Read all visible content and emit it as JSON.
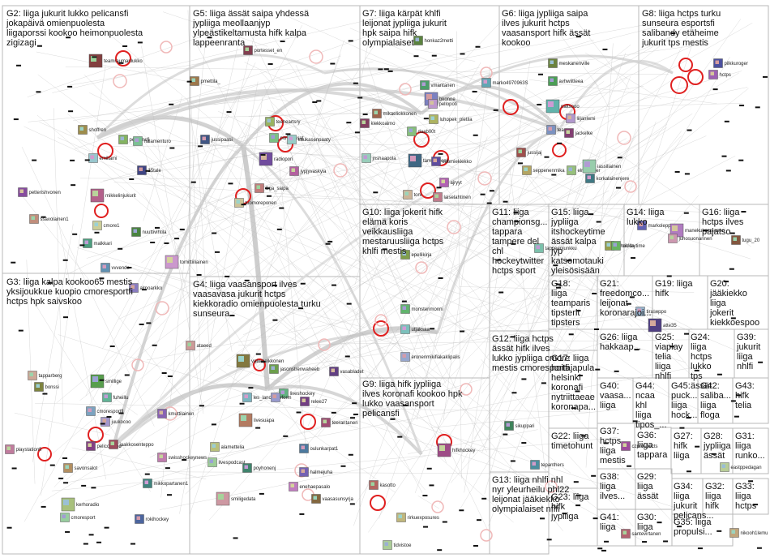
{
  "graph": {
    "title": "",
    "groups": [
      {
        "id": "G2",
        "label": "G2: liiga jukurit lukko pelicansfi jokapäivä omienpuolesta liigaporssi kookoo heimonpuolesta zigizagi"
      },
      {
        "id": "G5",
        "label": "G5: liiga ässät saipa yhdessä jypliiga meollaanjyp ylpeästikeltamusta hifk kalpa lappeenranta"
      },
      {
        "id": "G7",
        "label": "G7: liiga kärpät khlfi leijonat jypliiga jukurit hpk saipa hifk olympialaiset"
      },
      {
        "id": "G6",
        "label": "G6: liiga jypliiga saipa ilves jukurit hctps vaasansport hifk ässät kookoo"
      },
      {
        "id": "G8",
        "label": "G8: liiga hctps turku sunseura esportsfi salibandy etäheime jukurit tps mestis"
      },
      {
        "id": "G3",
        "label": "G3: liiga kalpa kookoo65 mestis yksijoukkue kuopio cmoresportfi hctps hpk saivskoo"
      },
      {
        "id": "G4",
        "label": "G4: liiga vaasansport ilves vaasavasa jukurit hctps kiekkoradio omienpuolesta turku sunseura"
      },
      {
        "id": "G10",
        "label": "G10: liiga jokerit hifk elämä koris veikkausliiga mestaruusliiga hctps khlfi mestis"
      },
      {
        "id": "G11",
        "label": "G11: liiga championsg... tappara tampere del chl hockeytwitter hctps sport"
      },
      {
        "id": "G15",
        "label": "G15: liiga jypliiga itshockeytime ässät kalpa jyp katsomotauki yleisösisään"
      },
      {
        "id": "G14",
        "label": "G14: liiga lukko"
      },
      {
        "id": "G16",
        "label": "G16: liiga hctps ilves pajatso"
      },
      {
        "id": "G18",
        "label": "G18: liiga teamparis tipsterit tipsters"
      },
      {
        "id": "G21",
        "label": "G21: freedomco... leijonat koronarajoi..."
      },
      {
        "id": "G19",
        "label": "G19: liiga hifk"
      },
      {
        "id": "G20",
        "label": "G20: jääkiekko liiga jokerit kiekkoespoo"
      },
      {
        "id": "G12",
        "label": "G12: liiga hctps ässät hifk ilves lukko jypliiga cmore mestis cmoresportfi"
      },
      {
        "id": "G26",
        "label": "G26: liiga hakkaap..."
      },
      {
        "id": "G25",
        "label": "G25: viaplay telia liiga nhlfi"
      },
      {
        "id": "G24",
        "label": "G24: liiga hctps lukko tps ässät"
      },
      {
        "id": "G39",
        "label": "G39: jukurit liiga nhlfi"
      },
      {
        "id": "G17",
        "label": "G17: liiga hoitajapula helsinki koronafi nytriittaeae koronapa..."
      },
      {
        "id": "G40",
        "label": "G40: vaasa... liiga"
      },
      {
        "id": "G44",
        "label": "G44: ncaa khl liiga tipos_..."
      },
      {
        "id": "G45",
        "label": "G45: puck... liiga hock..."
      },
      {
        "id": "G42",
        "label": "G42: saliba... liiga floga"
      },
      {
        "id": "G43",
        "label": "G43: hifk telia"
      },
      {
        "id": "G9",
        "label": "G9: liiga hifk jypliiga ilves koronafi kookoo hpk lukko vaasansport pelicansfi"
      },
      {
        "id": "G37",
        "label": "G37: hctps liiga mestis"
      },
      {
        "id": "G36",
        "label": "G36: liiga tappara"
      },
      {
        "id": "G27",
        "label": "G27: hifk liiga"
      },
      {
        "id": "G28",
        "label": "G28: jypliiga ässät"
      },
      {
        "id": "G31",
        "label": "G31: liiga runko..."
      },
      {
        "id": "G22",
        "label": "G22: liiga timetohunt"
      },
      {
        "id": "G13",
        "label": "G13: liiga nhlfi nhl nyr yleurheilu phl22 leijonat jääkiekko olympialaiset nflfi"
      },
      {
        "id": "G38",
        "label": "G38: liiga ilves..."
      },
      {
        "id": "G29",
        "label": "G29: liiga ässät"
      },
      {
        "id": "G34",
        "label": "G34: liiga jukurit pelicans..."
      },
      {
        "id": "G32",
        "label": "G32: liiga hifk"
      },
      {
        "id": "G33",
        "label": "G33: liiga hctps"
      },
      {
        "id": "G23",
        "label": "G23: liiga hifk jypliiga"
      },
      {
        "id": "G41",
        "label": "G41: liiga"
      },
      {
        "id": "G30",
        "label": "G30: liiga"
      },
      {
        "id": "G35",
        "label": "G35: liiga propulsi..."
      }
    ],
    "nodes": [
      {
        "label": "teamraumanlukko"
      },
      {
        "label": "shoffren"
      },
      {
        "label": "pelicansfi"
      },
      {
        "label": "halamenturo"
      },
      {
        "label": "emillami"
      },
      {
        "label": "15tale"
      },
      {
        "label": "petterishvonen"
      },
      {
        "label": "mikkelinjukurit"
      },
      {
        "label": "ssavolainen1"
      },
      {
        "label": "cmore1"
      },
      {
        "label": "nuuttivihtila"
      },
      {
        "label": "malkkari"
      },
      {
        "label": "vvvende"
      },
      {
        "label": "almoarkko"
      },
      {
        "label": "tomittiiliainen"
      },
      {
        "label": "portesset_en"
      },
      {
        "label": "pmettila_"
      },
      {
        "label": "teeheartsry"
      },
      {
        "label": "poriinassat"
      },
      {
        "label": "kaukasenpaaty"
      },
      {
        "label": "jussipaasi"
      },
      {
        "label": "radiopori"
      },
      {
        "label": "jypjyvaskyla"
      },
      {
        "label": "liiga_saipa"
      },
      {
        "label": "tuomoreponen"
      },
      {
        "label": "honkaz2metti"
      },
      {
        "label": "vmantanen"
      },
      {
        "label": "marko4970963S"
      },
      {
        "label": "bkonne"
      },
      {
        "label": "pellopoti"
      },
      {
        "label": "kiekkoaimo"
      },
      {
        "label": "mikaeliokkonen"
      },
      {
        "label": "luhopek_pietila"
      },
      {
        "label": "daab00t"
      },
      {
        "label": "jnshaapola"
      },
      {
        "label": "tampereenk"
      },
      {
        "label": "suomiekiekko"
      },
      {
        "label": "ajryyt"
      },
      {
        "label": "laiselahtinen"
      },
      {
        "label": "toni"
      },
      {
        "label": "meskanenville"
      },
      {
        "label": "avhwiitteea"
      },
      {
        "label": "naltsooo"
      },
      {
        "label": "teamu"
      },
      {
        "label": "liijanlemi"
      },
      {
        "label": "jackelke"
      },
      {
        "label": "jussijaj"
      },
      {
        "label": "seppenenmika"
      },
      {
        "label": "elmanezer"
      },
      {
        "label": "iassiliainen"
      },
      {
        "label": "korkalainenjere"
      },
      {
        "label": "pilkkuroger"
      },
      {
        "label": "hctps"
      },
      {
        "label": "playstationfi"
      },
      {
        "label": "tapparberg"
      },
      {
        "label": "bonssi"
      },
      {
        "label": "smillige"
      },
      {
        "label": "fuheillu"
      },
      {
        "label": "cmoresportfi"
      },
      {
        "label": "juukocoo"
      },
      {
        "label": "pelicokamo"
      },
      {
        "label": "jaakkosenteppo"
      },
      {
        "label": "savonsalot"
      },
      {
        "label": "kerhoradio"
      },
      {
        "label": "cmoresport"
      },
      {
        "label": "mikkopartanen1"
      },
      {
        "label": "rokihockey"
      },
      {
        "label": "kmuttilainen"
      },
      {
        "label": "swisshockeynews"
      },
      {
        "label": "ataeed"
      },
      {
        "label": "vatumelkkonen"
      },
      {
        "label": "jasonstrenwaheeb"
      },
      {
        "label": "liveshockey"
      },
      {
        "label": "les_lancaster"
      },
      {
        "label": "form"
      },
      {
        "label": "relee27"
      },
      {
        "label": "teerantanen"
      },
      {
        "label": "livesuapa"
      },
      {
        "label": "alamettelia"
      },
      {
        "label": "livespodcast"
      },
      {
        "label": "poyhonenj"
      },
      {
        "label": "oulunkarpat1"
      },
      {
        "label": "halmejuha"
      },
      {
        "label": "enehaepasalo"
      },
      {
        "label": "smiligedata"
      },
      {
        "label": "vaasasunsyrja"
      },
      {
        "label": "epellikirja"
      },
      {
        "label": "monsterimonni"
      },
      {
        "label": "utjaksaa"
      },
      {
        "label": "eronenmikifiakaklipalis"
      },
      {
        "label": "vasabladet"
      },
      {
        "label": "hifkhockey"
      },
      {
        "label": "kasotto"
      },
      {
        "label": "rirkuexposures"
      },
      {
        "label": "tidvistoe"
      },
      {
        "label": "sikuppari"
      },
      {
        "label": "tepanthers"
      },
      {
        "label": "markoleppanen"
      },
      {
        "label": "manekukosmanen"
      },
      {
        "label": "juhosuonannen"
      },
      {
        "label": "tugu_20"
      },
      {
        "label": "itshockeytime"
      },
      {
        "label": "oikilla"
      },
      {
        "label": "tappeenjunkku"
      },
      {
        "label": "tiraseppo"
      },
      {
        "label": "atte35"
      },
      {
        "label": "czprospects"
      },
      {
        "label": "santevirtanen"
      },
      {
        "label": "nikooh1lemu"
      },
      {
        "label": "eastppedagan"
      }
    ]
  }
}
